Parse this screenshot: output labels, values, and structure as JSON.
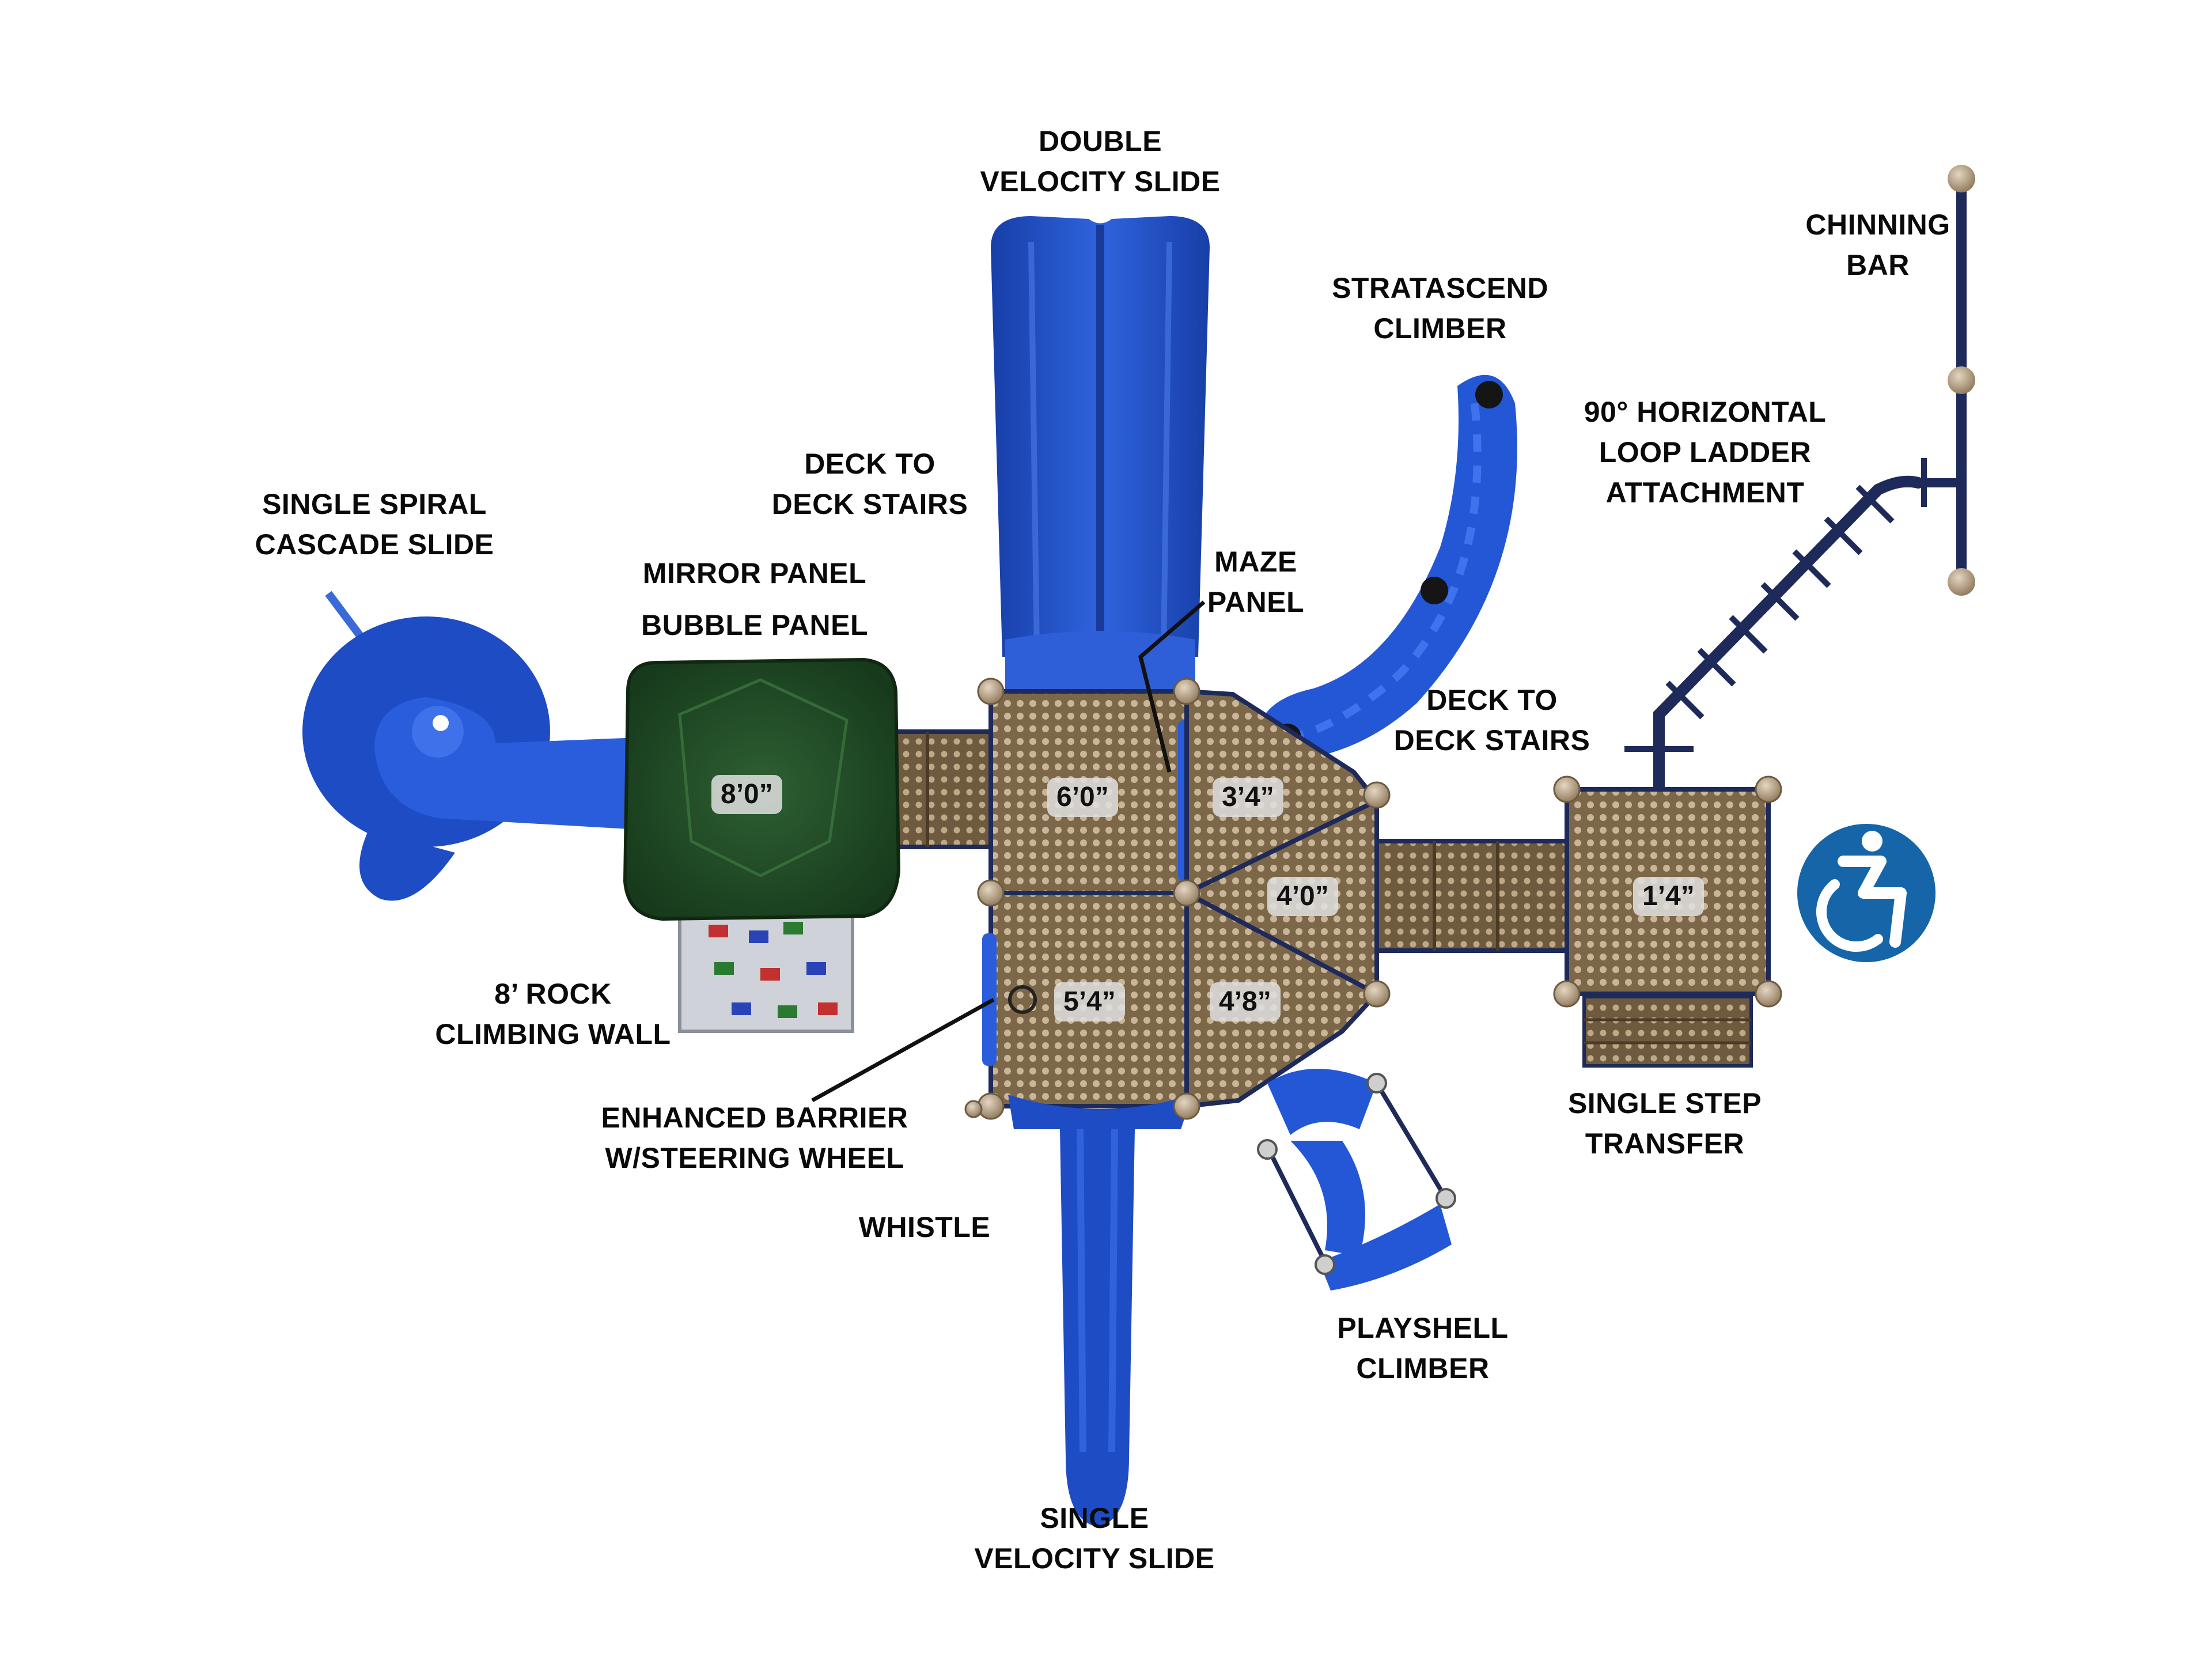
{
  "labels": {
    "double_velocity_slide": [
      "DOUBLE",
      "VELOCITY SLIDE"
    ],
    "chinning_bar": [
      "CHINNING",
      "BAR"
    ],
    "stratascend_climber": [
      "STRATASCEND",
      "CLIMBER"
    ],
    "horizontal_loop_ladder": [
      "90° HORIZONTAL",
      "LOOP LADDER",
      "ATTACHMENT"
    ],
    "deck_to_deck_stairs_left": [
      "DECK TO",
      "DECK STAIRS"
    ],
    "single_spiral_cascade_slide": [
      "SINGLE SPIRAL",
      "CASCADE SLIDE"
    ],
    "mirror_panel": "MIRROR PANEL",
    "bubble_panel": "BUBBLE PANEL",
    "maze_panel": [
      "MAZE",
      "PANEL"
    ],
    "deck_to_deck_stairs_right": [
      "DECK TO",
      "DECK STAIRS"
    ],
    "rock_climbing_wall": [
      "8’ ROCK",
      "CLIMBING WALL"
    ],
    "enhanced_barrier": [
      "ENHANCED BARRIER",
      "W/STEERING WHEEL"
    ],
    "whistle": "WHISTLE",
    "single_step_transfer": [
      "SINGLE STEP",
      "TRANSFER"
    ],
    "playshell_climber": [
      "PLAYSHELL",
      "CLIMBER"
    ],
    "single_velocity_slide": [
      "SINGLE",
      "VELOCITY SLIDE"
    ]
  },
  "deck_heights": {
    "roof_deck": "8’0”",
    "center_top": "6’0”",
    "tri_top": "3’4”",
    "tri_middle": "4’0”",
    "center_bottom": "5’4”",
    "tri_bottom": "4’8”",
    "transfer_deck": "1’4”"
  },
  "icons": {
    "accessibility": "wheelchair-accessibility-icon"
  },
  "colors": {
    "slide_blue": "#1f4fc4",
    "roof_green": "#1f4a24",
    "deck_tan": "#8a7353",
    "post_cap": "#b8a48a",
    "frame_navy": "#1e2a5a",
    "accessibility_blue": "#1565a8"
  }
}
